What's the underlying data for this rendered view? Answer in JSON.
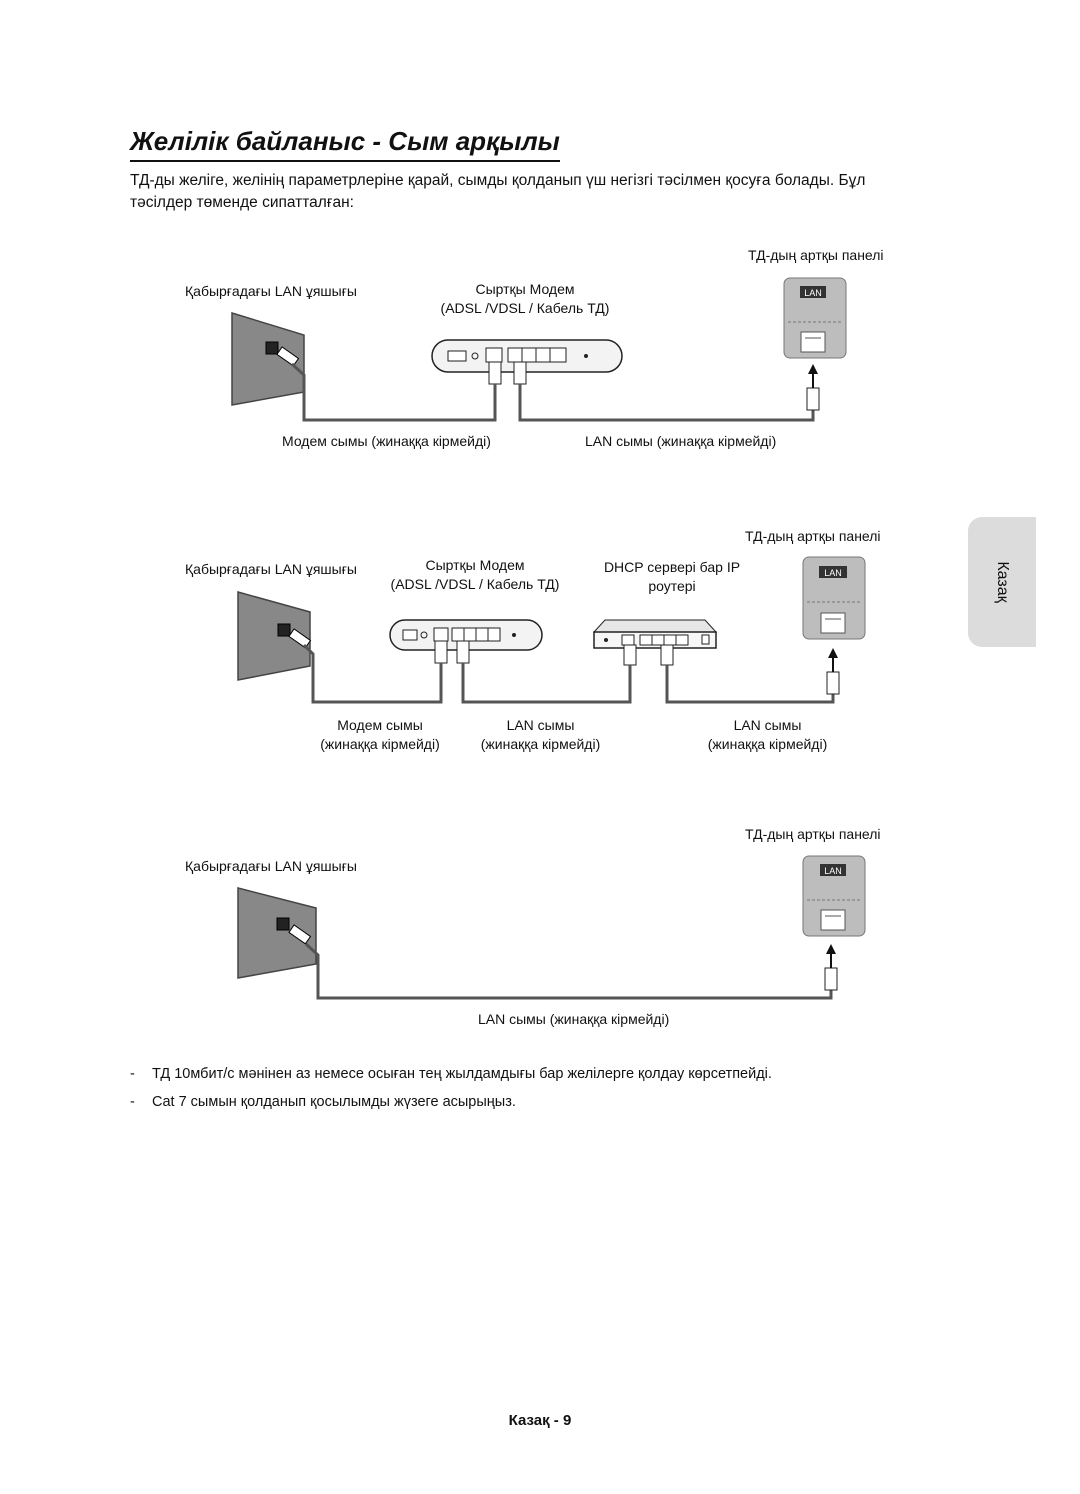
{
  "title": "Желілік байланыс - Сым арқылы",
  "intro": "ТД-ды желіге, желінің параметрлеріне қарай, сымды қолданып үш негізгі тәсілмен қосуға болады. Бұл тәсілдер төменде сипатталған:",
  "side_tab": "Казақ",
  "diagram1": {
    "tv_panel": "ТД-дың артқы панелі",
    "wall_jack": "Қабырғадағы LAN ұяшығы",
    "modem_line1": "Сыртқы Модем",
    "modem_line2": "(ADSL /VDSL / Кабель ТД)",
    "modem_cable": "Модем сымы (жинаққа кірмейді)",
    "lan_cable": "LAN сымы (жинаққа кірмейді)",
    "lan_port": "LAN"
  },
  "diagram2": {
    "tv_panel": "ТД-дың артқы панелі",
    "wall_jack": "Қабырғадағы LAN ұяшығы",
    "modem_line1": "Сыртқы Модем",
    "modem_line2": "(ADSL /VDSL / Кабель ТД)",
    "router_line1": "DHCP сервері бар IP",
    "router_line2": "роутері",
    "modem_cable_line1": "Модем сымы",
    "modem_cable_line2": "(жинаққа кірмейді)",
    "lan_cable1_line1": "LAN сымы",
    "lan_cable1_line2": "(жинаққа кірмейді)",
    "lan_cable2_line1": "LAN сымы",
    "lan_cable2_line2": "(жинаққа кірмейді)",
    "lan_port": "LAN"
  },
  "diagram3": {
    "tv_panel": "ТД-дың артқы панелі",
    "wall_jack": "Қабырғадағы LAN ұяшығы",
    "lan_cable": "LAN сымы (жинаққа кірмейді)",
    "lan_port": "LAN"
  },
  "notes": [
    "ТД 10мбит/с мәнінен аз немесе осыған тең жылдамдығы бар желілерге қолдау көрсетпейді.",
    "Cat 7 сымын қолданып қосылымды жүзеге асырыңыз."
  ],
  "note_bullet": "-",
  "footer": "Казақ - 9"
}
